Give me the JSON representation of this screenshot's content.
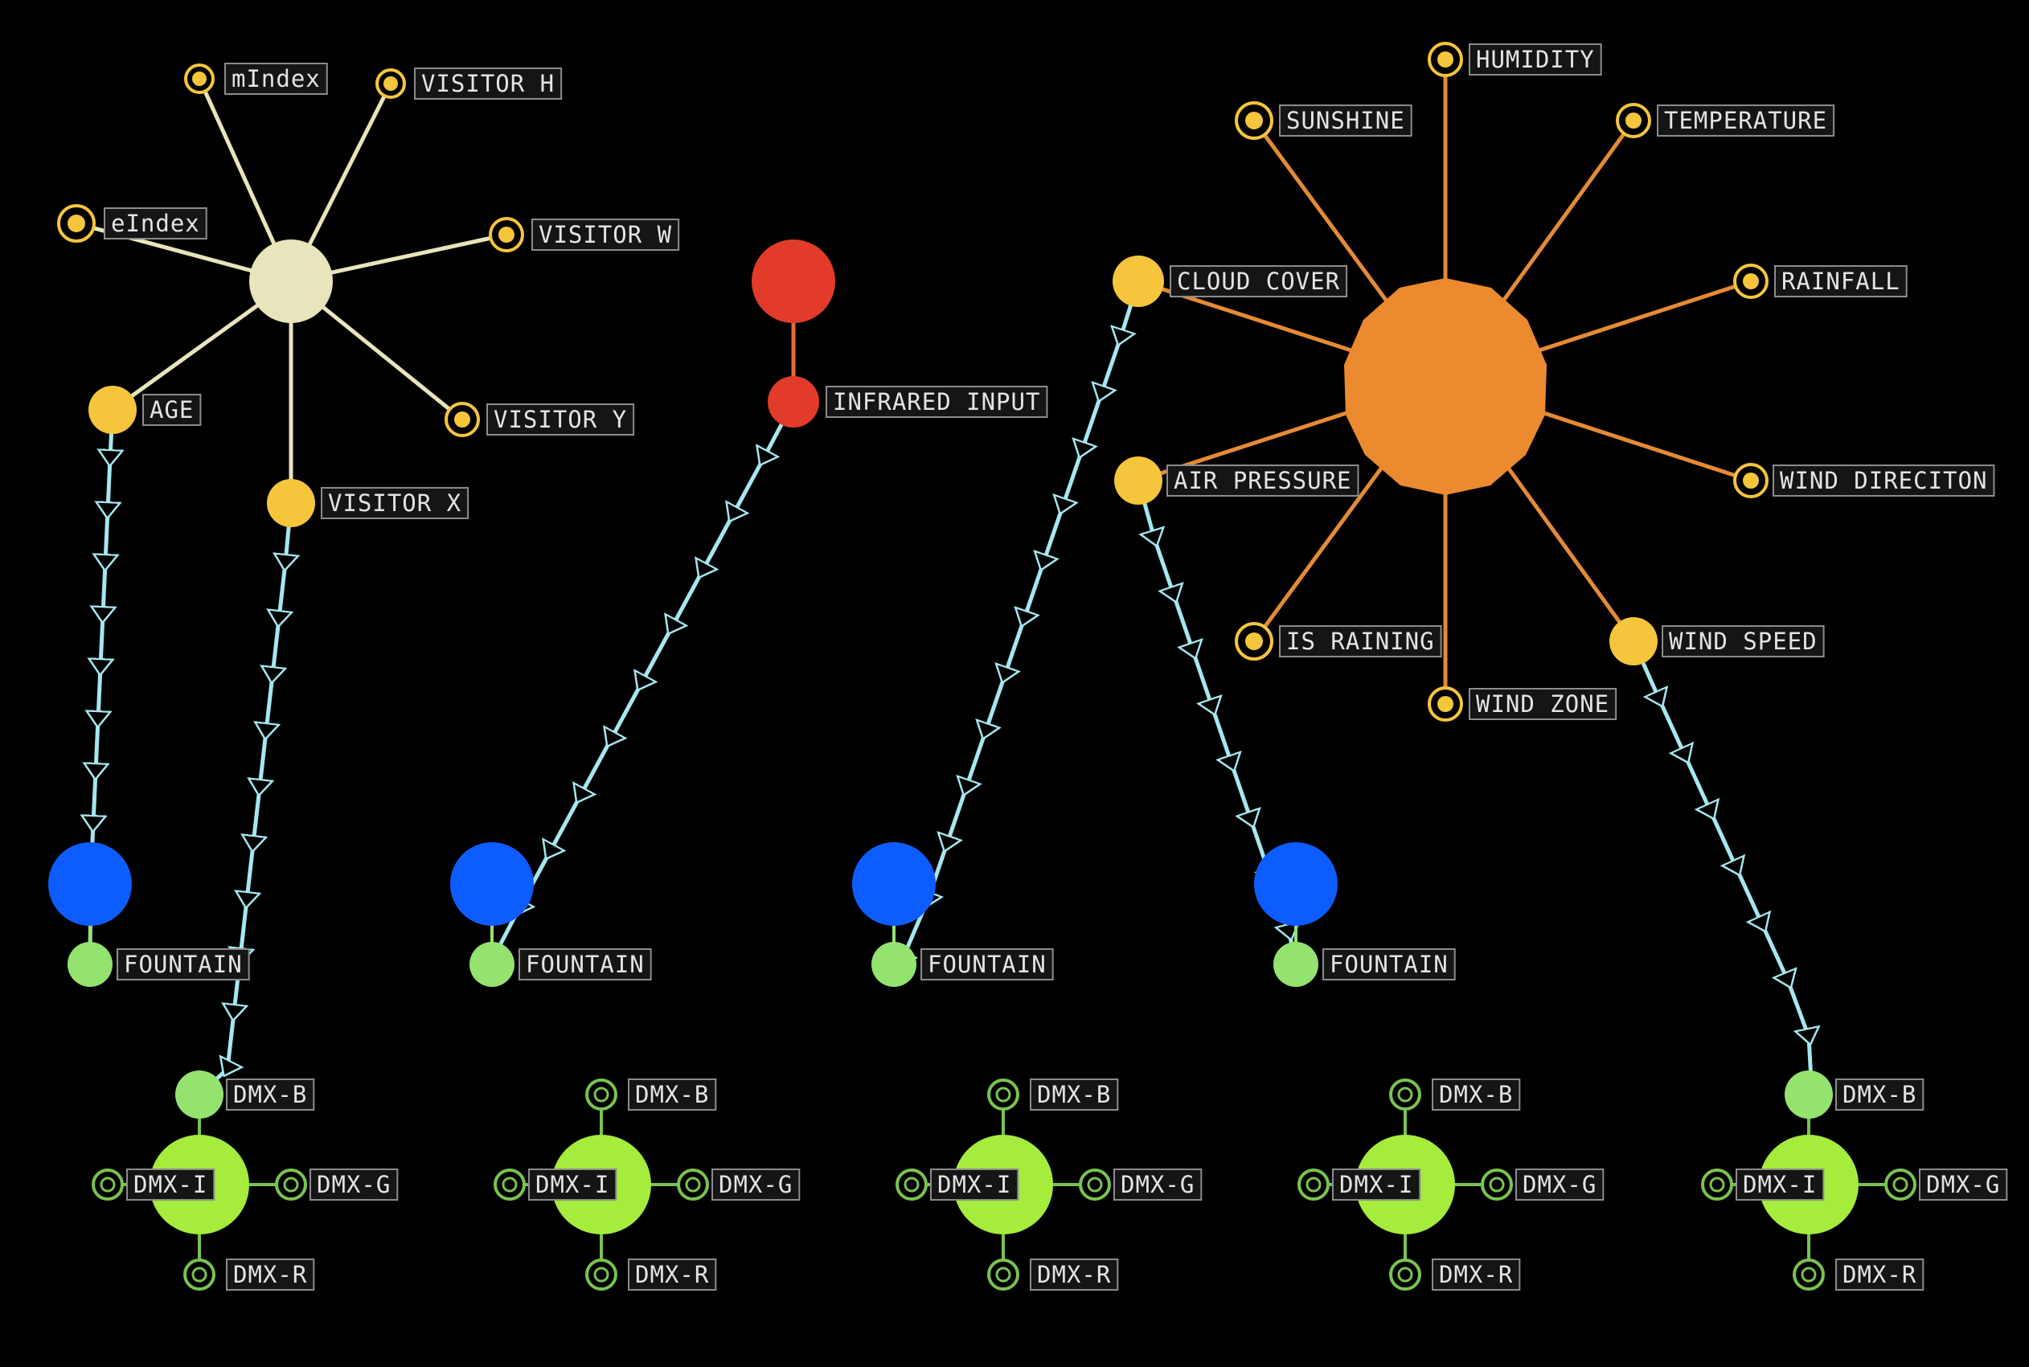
{
  "colors": {
    "background": "#000000",
    "visitor_hub": "#e8e4bb",
    "visitor_link": "#e8e4bb",
    "weather_hub": "#ec8a30",
    "weather_link": "#e58a35",
    "infrared_hub": "#e23b2a",
    "input_node": "#f5c53c",
    "flow_link": "#a6e7ef",
    "fountain_blue": "#0d5cff",
    "fountain_green": "#93e36e",
    "dmx_hub": "#a6ec3c",
    "dmx_ring": "#79c350",
    "label_text": "#e4e4e4",
    "label_border": "#8c8c8c"
  },
  "hubs": {
    "visitor": {
      "label": "",
      "inputs": [
        "mIndex",
        "VISITOR H",
        "eIndex",
        "VISITOR W",
        "AGE",
        "VISITOR X",
        "VISITOR Y"
      ]
    },
    "infrared": {
      "label": "INFRARED INPUT"
    },
    "weather": {
      "inputs": [
        "HUMIDITY",
        "SUNSHINE",
        "TEMPERATURE",
        "CLOUD COVER",
        "RAINFALL",
        "AIR PRESSURE",
        "WIND DIRECITON",
        "IS RAINING",
        "WIND ZONE",
        "WIND SPEED"
      ]
    }
  },
  "labels": {
    "mIndex": "mIndex",
    "visitor_h": "VISITOR H",
    "eIndex": "eIndex",
    "visitor_w": "VISITOR W",
    "age": "AGE",
    "visitor_x": "VISITOR X",
    "visitor_y": "VISITOR Y",
    "infrared_input": "INFRARED INPUT",
    "humidity": "HUMIDITY",
    "sunshine": "SUNSHINE",
    "temperature": "TEMPERATURE",
    "cloud_cover": "CLOUD COVER",
    "rainfall": "RAINFALL",
    "air_pressure": "AIR PRESSURE",
    "wind_direction": "WIND DIRECITON",
    "is_raining": "IS RAINING",
    "wind_zone": "WIND ZONE",
    "wind_speed": "WIND SPEED",
    "fountain": "FOUNTAIN",
    "dmx_b": "DMX-B",
    "dmx_g": "DMX-G",
    "dmx_r": "DMX-R",
    "dmx_i": "DMX-I"
  },
  "fountains": [
    {
      "label": "FOUNTAIN"
    },
    {
      "label": "FOUNTAIN"
    },
    {
      "label": "FOUNTAIN"
    },
    {
      "label": "FOUNTAIN"
    }
  ],
  "dmx_groups": [
    {
      "b": "DMX-B",
      "g": "DMX-G",
      "r": "DMX-R",
      "i": "DMX-I",
      "b_connected": true
    },
    {
      "b": "DMX-B",
      "g": "DMX-G",
      "r": "DMX-R",
      "i": "DMX-I",
      "b_connected": false
    },
    {
      "b": "DMX-B",
      "g": "DMX-G",
      "r": "DMX-R",
      "i": "DMX-I",
      "b_connected": false
    },
    {
      "b": "DMX-B",
      "g": "DMX-G",
      "r": "DMX-R",
      "i": "DMX-I",
      "b_connected": false
    },
    {
      "b": "DMX-B",
      "g": "DMX-G",
      "r": "DMX-R",
      "i": "DMX-I",
      "b_connected": true
    }
  ]
}
